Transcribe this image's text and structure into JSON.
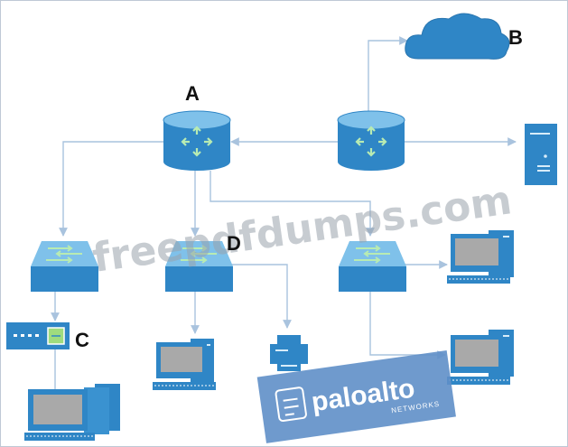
{
  "labels": {
    "a": "A",
    "b": "B",
    "c": "C",
    "d": "D"
  },
  "watermark": "freepdfdumps.com",
  "logo": {
    "brand": "paloalto",
    "sub": "NETWORKS"
  },
  "colors": {
    "device": "#2f86c6",
    "device_top": "#7fc1ea",
    "line": "#a9c3de",
    "screen": "#a9a9a9"
  },
  "nodes": [
    "router-a",
    "router-right",
    "cloud",
    "server",
    "switch-left",
    "switch-d",
    "switch-right",
    "modem",
    "desktop-left",
    "desktop-middle",
    "printer",
    "desktop-right-top",
    "desktop-right-bottom"
  ],
  "links": [
    [
      "router-right",
      "cloud"
    ],
    [
      "router-right",
      "router-a"
    ],
    [
      "router-right",
      "server"
    ],
    [
      "router-a",
      "switch-left"
    ],
    [
      "router-a",
      "switch-d"
    ],
    [
      "router-a",
      "switch-right"
    ],
    [
      "switch-left",
      "modem"
    ],
    [
      "modem",
      "desktop-left"
    ],
    [
      "switch-d",
      "desktop-middle"
    ],
    [
      "switch-d",
      "printer"
    ],
    [
      "switch-right",
      "desktop-right-top"
    ],
    [
      "switch-right",
      "desktop-right-bottom"
    ]
  ]
}
